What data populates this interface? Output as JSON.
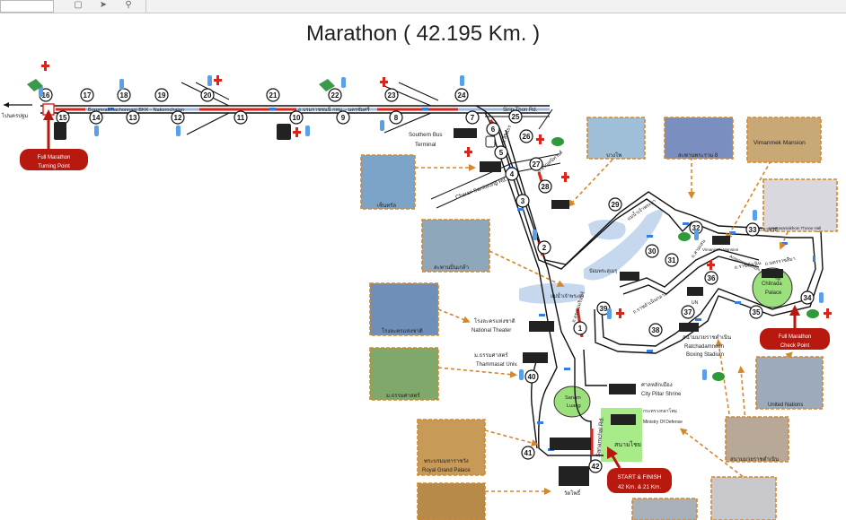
{
  "title": "Marathon ( 42.195 Km. )",
  "toolbar": {
    "icons": [
      "page-icon",
      "send-icon",
      "search-icon"
    ]
  },
  "colors": {
    "route": "#111111",
    "route_red": "#d9261c",
    "water": "#c6d8ee",
    "green": "#9be07c",
    "badge_red": "#b8190f",
    "photo_border": "#d4872a"
  },
  "labels": {
    "road_top": "Boromratchachonnani BKK - Nakornchaian",
    "road_top_th": "ถ.บรมราชชนนี กทม. - นครชัยศรี",
    "sirin_thon": "Sirin Thon Rd.",
    "pinklao": "ถ.สิรินธร",
    "charan": "Charan Sanitwong Rd.",
    "charan_th": "ถ.จรัญสนิทวงศ์",
    "to_nakhon_pathom": "ไปนครปฐม",
    "southern_bus": "Southern Bus",
    "terminal": "Terminal",
    "sanam_luang_1": "Sanam",
    "sanam_luang_2": "Luang",
    "chitlada_1": "Chitrada",
    "chitlada_2": "Palace",
    "sanamchai_rd": "Sanamchai Rd.",
    "national_theater_th": "โรงละครแห่งชาติ",
    "national_theater": "National Theater",
    "thammasat_th": "ม.ธรรมศาสตร์",
    "thammasat": "Thammasat Univ.",
    "city_pillar_th": "ศาลหลักเมือง",
    "city_pillar": "City Pillar Shrine",
    "ministry_th": "กระทรวงกลาโหม",
    "ministry": "Ministry Of Defense",
    "sanamchai_th": "สนามไชย",
    "ratchadamnoen_th": "สนามมวยราชดำเนิน",
    "ratchadamnoen_1": "Ratchadamnoen",
    "ratchadamnoen_2": "Boxing Stadium",
    "un": "UN",
    "vimanmek_mansion": "Vimanmek Mansion",
    "ananta": "Anantasamakhom Throne Hall",
    "bang_pho": "บางโพ",
    "rama8": "สะพานพระราม 8",
    "vimanmek": "Vimanmek Mansion",
    "ananta_photo": "Anantasamakhom Throne Hall",
    "united_nations": "United Nations",
    "ratchadamnoen_photo": "สนามมวยราชดำเนิน",
    "central": "เซ็นทรัล",
    "pinklao_bridge": "สะพานปิ่นเกล้า",
    "royal_palace_th": "พระบรมมหาราชวัง",
    "royal_palace": "Royal Grand Palace",
    "wat_pho": "วัดโพธิ์",
    "river": "แม่น้ำเจ้าพระยา",
    "river2": "แม่น้ำเจ้าพระยา",
    "wang_lang": "ป้อมพระสุเมรุ",
    "ratchawithi": "ถ.ราชวิถี",
    "nakhon_ratchasima": "ถ.นครราชสีมา",
    "rachadamnoen_rd": "ถ.ราชดำเนิน",
    "samsen": "ถ.สามเสน",
    "arun_amarin": "ถ.อรุณอมรินทร์",
    "pinklao_rd": "ถ.ราชดำเนินกลาง"
  },
  "badges": [
    {
      "line1": "Full Marathon",
      "line2": "Turning Point"
    },
    {
      "line1": "Full Marathon",
      "line2": "Check Point"
    },
    {
      "line1": "START & FINISH",
      "line2": "42 Km. & 21 Km."
    }
  ],
  "km_markers": [
    "1",
    "2",
    "3",
    "4",
    "5",
    "6",
    "7",
    "8",
    "9",
    "10",
    "11",
    "12",
    "13",
    "14",
    "15",
    "16",
    "17",
    "18",
    "19",
    "20",
    "21",
    "22",
    "23",
    "24",
    "25",
    "26",
    "27",
    "28",
    "29",
    "30",
    "31",
    "32",
    "33",
    "34",
    "35",
    "36",
    "37",
    "38",
    "39",
    "40",
    "41",
    "42"
  ]
}
